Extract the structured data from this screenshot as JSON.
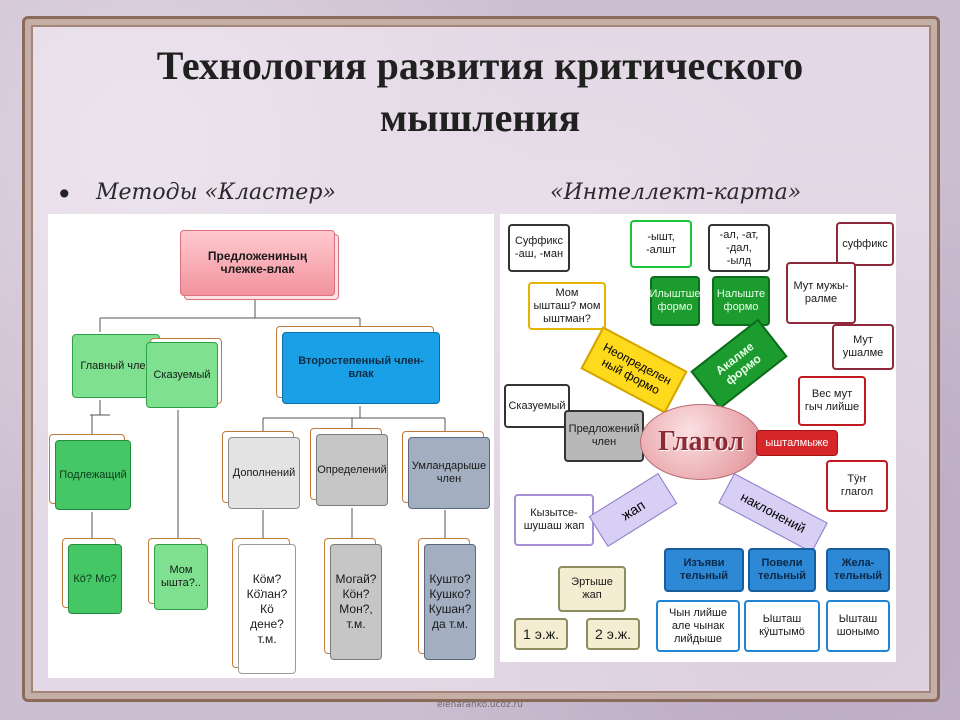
{
  "title": "Технология развития критического мышления",
  "subtitle_left": "Методы «Кластер»",
  "subtitle_right": "«Интеллект-карта»",
  "footer": "elenaranko.ucoz.ru",
  "cluster": {
    "root": "Предложениның члежке-влак",
    "main_member": "Главный член",
    "predicate": "Сказуемый",
    "secondary": "Второстепенный член-влак",
    "subject": "Подлежащий",
    "subject_q": "Кӧ? Мо?",
    "predicate_q": "Мом ышта?..",
    "complement": "Дополнений",
    "attribute": "Определений",
    "adverbial": "Умландарыше член",
    "complement_q": "Кӧм? Кӧ̈лан? Кӧ дене? т.м.",
    "attribute_q": "Могай? Кӧн? Мон?, т.м.",
    "adverbial_q": "Кушто? Кушко? Кушан? да т.м."
  },
  "intellect_map": {
    "center": "Глагол",
    "suffix1": "Суффикс -аш, -ман",
    "suffix2": "-ышт, -алшт",
    "suffix3": "-ал, -ат, -дал, -ылд",
    "suffix4": "суффикс",
    "mom_ysh": "Мом ышташ? мом ыштман?",
    "ilyshte": "Илыштше формо",
    "nalyshte": "Налыште формо",
    "mut_muzh": "Мут мужы-ралме",
    "mut_ushalme": "Мут ушалме",
    "neopred": "Неопределен ный формо",
    "akalme": "Акалме формо",
    "skazuemy": "Сказуемый",
    "pred_chlen": "Предложений член",
    "vesmut": "Вес мут гыч лийше",
    "yshtalme": "ышталмыже",
    "tyng": "Тӱҥ глагол",
    "kyzyt": "Кызытсе-шушаш жап",
    "zhap": "жап",
    "naklon": "наклонений",
    "ertyshe": "Эртыше жап",
    "one_ezh": "1 э.ж.",
    "two_ezh": "2 э.ж.",
    "izyavi": "Изъяви тельный",
    "povel": "Повели тельный",
    "zhela": "Жела-тельный",
    "chyn": "Чын лийше але чынак лийдыше",
    "yshtash1": "Ышташ кӱштымӧ",
    "yshtash2": "Ышташ шонымо"
  }
}
